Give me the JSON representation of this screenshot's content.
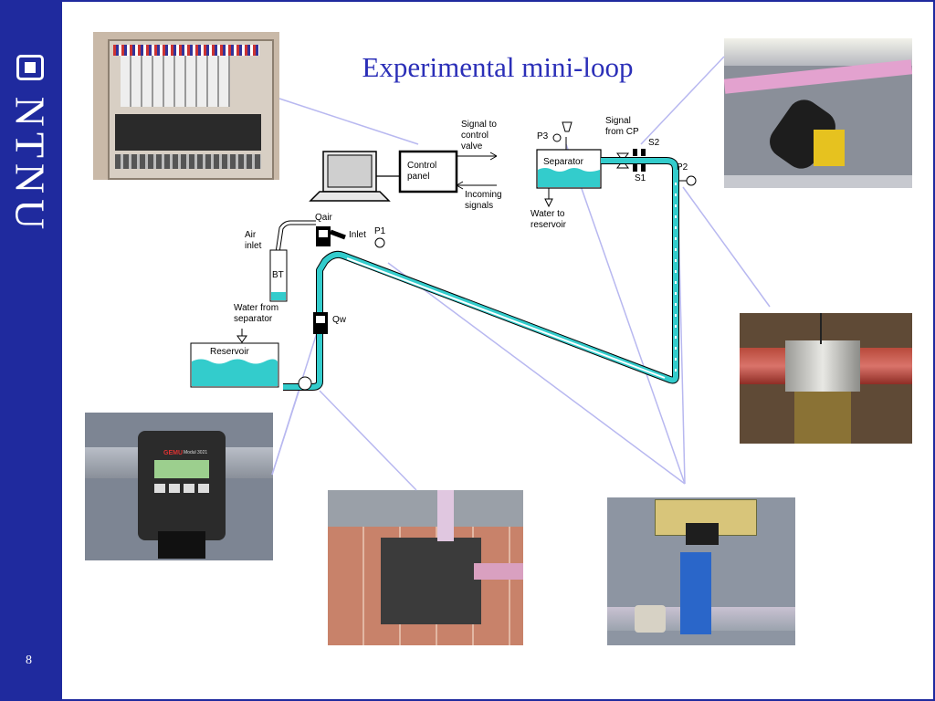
{
  "sidebar": {
    "logo_text": "NTNU",
    "page_number": "8",
    "brand_color": "#1f2a9e"
  },
  "title": "Experimental mini-loop",
  "diagram": {
    "control_panel": "Control\npanel",
    "signal_to_control_valve": "Signal to\ncontrol\nvalve",
    "incoming_signals": "Incoming\nsignals",
    "separator": "Separator",
    "p3": "P3",
    "signal_from_cp": "Signal\nfrom CP",
    "s2": "S2",
    "s1": "S1",
    "p2": "P2",
    "water_to_reservoir": "Water to\nreservoir",
    "qair": "Qair",
    "air_inlet": "Air\ninlet",
    "inlet": "Inlet",
    "p1": "P1",
    "bt": "BT",
    "water_from_separator": "Water from\nseparator",
    "qw": "Qw",
    "reservoir": "Reservoir"
  },
  "photos": {
    "flowmeter_brand": "GEMU",
    "flowmeter_model": "Modul 3021"
  },
  "colors": {
    "water": "#33cccc",
    "pointer_lines": "#b8b8f0",
    "title": "#2b2fb8"
  }
}
